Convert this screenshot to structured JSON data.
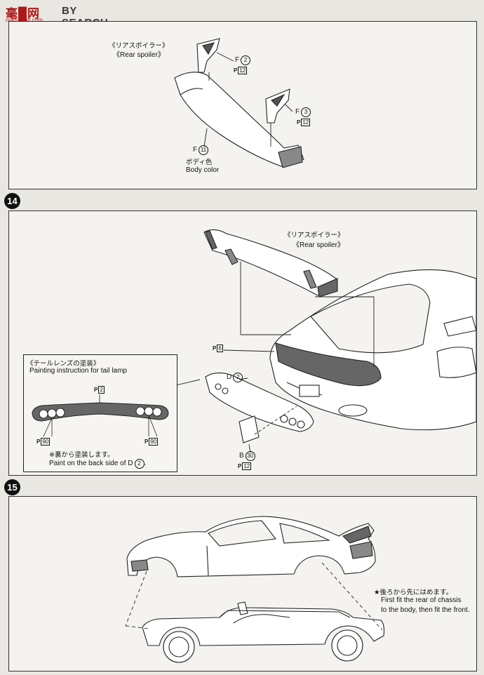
{
  "watermark": {
    "logo": "毫█网",
    "text": "BY SEARCH",
    "url": "mao-shou.com"
  },
  "step13": {
    "spoiler_jp": "《リアスポイラー》",
    "spoiler_en": "《Rear spoiler》",
    "part_f2": "F",
    "part_f2_num": "2",
    "part_f2_p": "P",
    "part_f2_pnum": "12",
    "part_f3": "F",
    "part_f3_num": "3",
    "part_f3_p": "P",
    "part_f3_pnum": "12",
    "part_f11": "F",
    "part_f11_num": "11",
    "body_color_jp": "ボディ色",
    "body_color_en": "Body color"
  },
  "step14": {
    "number": "14",
    "spoiler_jp": "《リアスポイラー》",
    "spoiler_en": "《Rear spoiler》",
    "p_label": "P",
    "p_num": "6",
    "d2": "D",
    "d2_num": "2",
    "b30": "B",
    "b30_num": "30",
    "b30_p": "P",
    "b30_pnum": "12",
    "inset": {
      "title_jp": "《テールレンズの塗装》",
      "title_en": "Painting instruction for tail lamp",
      "p2": "P",
      "p2_num": "2",
      "p90_left": "P",
      "p90_left_num": "90",
      "p90_right": "P",
      "p90_right_num": "90",
      "note_jp": "※裏から塗装します。",
      "note_en": "Paint on the back side of D",
      "note_en_circ": "2",
      "note_en_end": "."
    }
  },
  "step15": {
    "number": "15",
    "note_jp": "★後ろから先にはめます。",
    "note_en_1": "First fit the rear of chassis",
    "note_en_2": "to the body, then fit the front."
  }
}
